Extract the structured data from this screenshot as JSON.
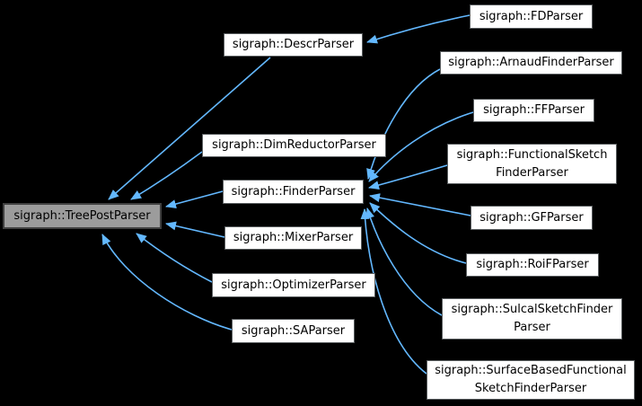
{
  "diagram": {
    "type": "class-inheritance-graph",
    "colors": {
      "background": "#000000",
      "edge": "#63b8ff",
      "node_fill": "#ffffff",
      "node_border": "#595d5f",
      "highlight_fill": "#9c9c9c",
      "highlight_border": "#404040",
      "text": "#000000"
    },
    "nodes": [
      {
        "id": "tree-post-parser",
        "label": "sigraph::TreePostParser",
        "lines": [
          "sigraph::TreePostParser"
        ],
        "highlighted": true
      },
      {
        "id": "descr-parser",
        "label": "sigraph::DescrParser",
        "lines": [
          "sigraph::DescrParser"
        ],
        "highlighted": false
      },
      {
        "id": "dim-reductor-parser",
        "label": "sigraph::DimReductorParser",
        "lines": [
          "sigraph::DimReductorParser"
        ],
        "highlighted": false
      },
      {
        "id": "finder-parser",
        "label": "sigraph::FinderParser",
        "lines": [
          "sigraph::FinderParser"
        ],
        "highlighted": false
      },
      {
        "id": "mixer-parser",
        "label": "sigraph::MixerParser",
        "lines": [
          "sigraph::MixerParser"
        ],
        "highlighted": false
      },
      {
        "id": "optimizer-parser",
        "label": "sigraph::OptimizerParser",
        "lines": [
          "sigraph::OptimizerParser"
        ],
        "highlighted": false
      },
      {
        "id": "sa-parser",
        "label": "sigraph::SAParser",
        "lines": [
          "sigraph::SAParser"
        ],
        "highlighted": false
      },
      {
        "id": "fd-parser",
        "label": "sigraph::FDParser",
        "lines": [
          "sigraph::FDParser"
        ],
        "highlighted": false
      },
      {
        "id": "arnaud-finder-parser",
        "label": "sigraph::ArnaudFinderParser",
        "lines": [
          "sigraph::ArnaudFinderParser"
        ],
        "highlighted": false
      },
      {
        "id": "ff-parser",
        "label": "sigraph::FFParser",
        "lines": [
          "sigraph::FFParser"
        ],
        "highlighted": false
      },
      {
        "id": "functional-sketch-finder-parser",
        "label": "sigraph::FunctionalSketchFinderParser",
        "lines": [
          "sigraph::FunctionalSketch",
          "FinderParser"
        ],
        "highlighted": false
      },
      {
        "id": "gf-parser",
        "label": "sigraph::GFParser",
        "lines": [
          "sigraph::GFParser"
        ],
        "highlighted": false
      },
      {
        "id": "roif-parser",
        "label": "sigraph::RoiFParser",
        "lines": [
          "sigraph::RoiFParser"
        ],
        "highlighted": false
      },
      {
        "id": "sulcal-sketch-finder-parser",
        "label": "sigraph::SulcalSketchFinderParser",
        "lines": [
          "sigraph::SulcalSketchFinder",
          "Parser"
        ],
        "highlighted": false
      },
      {
        "id": "surface-based-functional-sketch-finder-parser",
        "label": "sigraph::SurfaceBasedFunctionalSketchFinderParser",
        "lines": [
          "sigraph::SurfaceBasedFunctional",
          "SketchFinderParser"
        ],
        "highlighted": false
      }
    ],
    "edges": [
      {
        "from": "descr-parser",
        "to": "tree-post-parser"
      },
      {
        "from": "dim-reductor-parser",
        "to": "tree-post-parser"
      },
      {
        "from": "finder-parser",
        "to": "tree-post-parser"
      },
      {
        "from": "mixer-parser",
        "to": "tree-post-parser"
      },
      {
        "from": "optimizer-parser",
        "to": "tree-post-parser"
      },
      {
        "from": "sa-parser",
        "to": "tree-post-parser"
      },
      {
        "from": "fd-parser",
        "to": "descr-parser"
      },
      {
        "from": "arnaud-finder-parser",
        "to": "finder-parser"
      },
      {
        "from": "ff-parser",
        "to": "finder-parser"
      },
      {
        "from": "functional-sketch-finder-parser",
        "to": "finder-parser"
      },
      {
        "from": "gf-parser",
        "to": "finder-parser"
      },
      {
        "from": "roif-parser",
        "to": "finder-parser"
      },
      {
        "from": "sulcal-sketch-finder-parser",
        "to": "finder-parser"
      },
      {
        "from": "surface-based-functional-sketch-finder-parser",
        "to": "finder-parser"
      }
    ]
  }
}
